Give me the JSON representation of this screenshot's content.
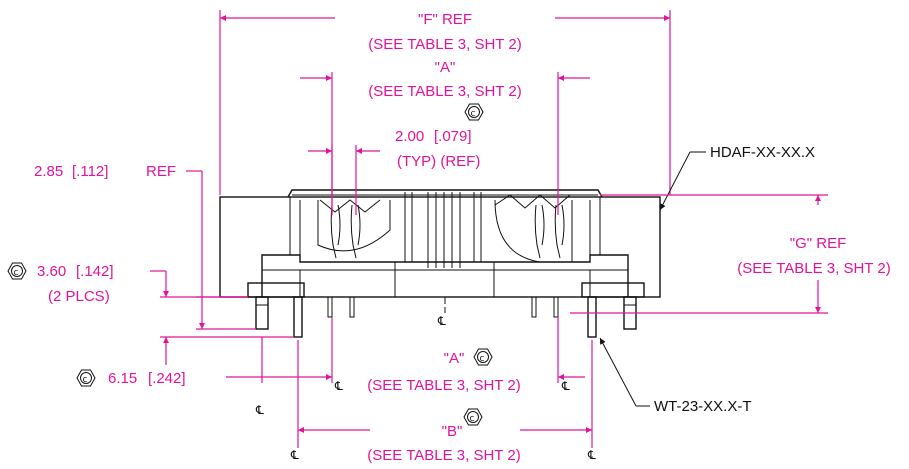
{
  "colors": {
    "dimension": "#e0149a",
    "linework": "#111111",
    "background": "#ffffff"
  },
  "icons": {
    "critical": "hexagon-c-symbol-icon",
    "centerline": "centerline-symbol-icon"
  },
  "labels": {
    "f_ref": "\"F\" REF",
    "f_table": "(SEE TABLE 3, SHT 2)",
    "a_top": "\"A\"",
    "a_top_table": "(SEE TABLE 3, SHT 2)",
    "pitch_value": "2.00",
    "pitch_imperial": "[.079]",
    "pitch_note": "(TYP) (REF)",
    "h285_value": "2.85",
    "h285_imperial": "[.112]",
    "h285_ref": "REF",
    "part_number": "HDAF-XX-XX.X",
    "g_ref": "\"G\" REF",
    "g_table": "(SEE TABLE 3, SHT 2)",
    "h360_value": "3.60",
    "h360_imperial": "[.142]",
    "h360_note": "(2 PLCS)",
    "d615_value": "6.15",
    "d615_imperial": "[.242]",
    "a_bottom": "\"A\"",
    "a_bottom_table": "(SEE TABLE 3, SHT 2)",
    "b_label": "\"B\"",
    "b_table": "(SEE TABLE 3, SHT 2)",
    "wt_part": "WT-23-XX.X-T",
    "centerline": "℄"
  }
}
